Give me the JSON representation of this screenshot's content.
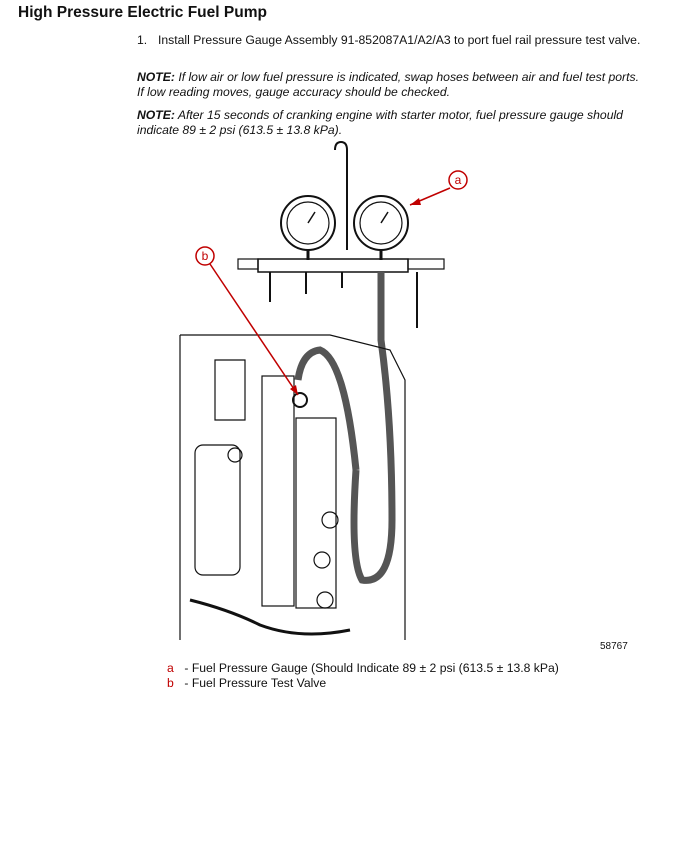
{
  "heading": "High Pressure Electric Fuel Pump",
  "step": {
    "number": "1.",
    "text": "Install Pressure Gauge Assembly 91-852087A1/A2/A3 to port fuel rail pressure test valve."
  },
  "notes": [
    {
      "label": "NOTE:",
      "text": "If low air or low fuel pressure is indicated, swap hoses between air and fuel test ports. If low reading moves, gauge accuracy should be checked."
    },
    {
      "label": "NOTE:",
      "text": "After 15 seconds of cranking engine with starter motor, fuel pressure gauge should indicate 89 ± 2 psi (613.5 ± 13.8 kPa)."
    }
  ],
  "figure": {
    "id": "58767",
    "callouts": [
      "a",
      "b"
    ]
  },
  "legend": [
    {
      "key": "a",
      "text": "- Fuel Pressure Gauge (Should Indicate 89 ± 2 psi (613.5 ± 13.8 kPa)"
    },
    {
      "key": "b",
      "text": "- Fuel Pressure Test Valve"
    }
  ],
  "colors": {
    "callout": "#c00000",
    "line": "#111111"
  }
}
